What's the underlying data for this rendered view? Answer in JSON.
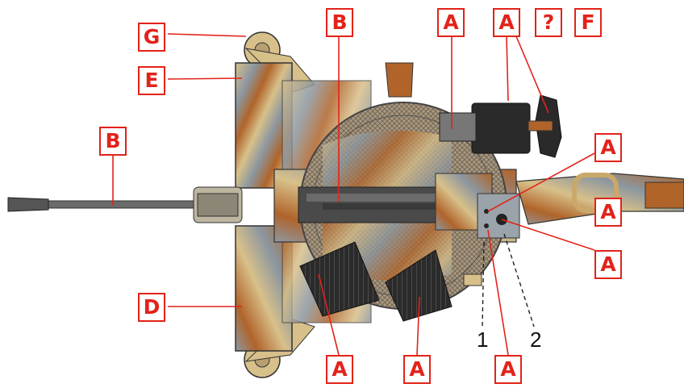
{
  "labels": {
    "g": "G",
    "e": "E",
    "b_top": "B",
    "b_left": "B",
    "d": "D",
    "a_1": "A",
    "a_2": "A",
    "q": "?",
    "f": "F",
    "a_3": "A",
    "a_4": "A",
    "a_5": "A",
    "a_6": "A",
    "a_7": "A",
    "a_8": "A"
  },
  "callouts": {
    "one": "1",
    "two": "2"
  },
  "colors": {
    "label_red": "#e2231a",
    "camo_tan": "#d8c08a",
    "camo_brown": "#b0642a",
    "camo_grey": "#8c97a0",
    "barrel": "#6b6b6b",
    "ammo": "#2a2a2a"
  }
}
